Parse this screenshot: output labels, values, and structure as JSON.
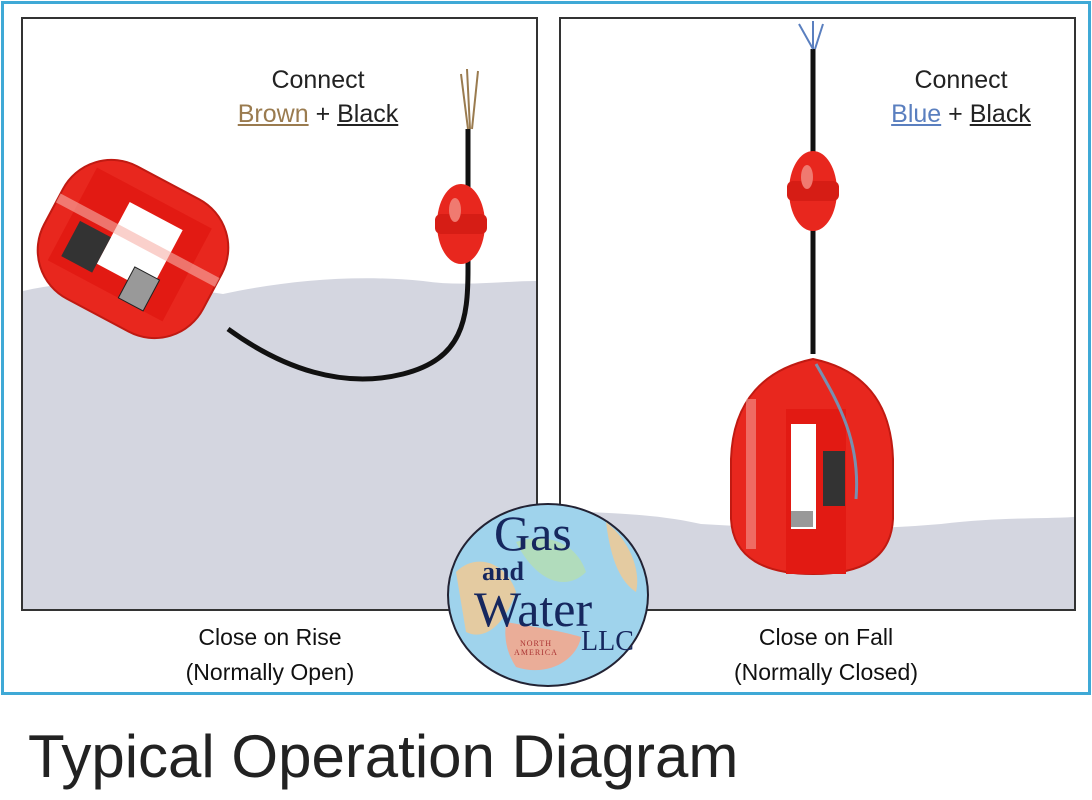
{
  "left_panel": {
    "connect_label": "Connect",
    "wire_a": "Brown",
    "plus": "+",
    "wire_b": "Black",
    "caption_line1": "Close on Rise",
    "caption_line2": "(Normally Open)"
  },
  "right_panel": {
    "connect_label": "Connect",
    "wire_a": "Blue",
    "plus": "+",
    "wire_b": "Black",
    "caption_line1": "Close on Fall",
    "caption_line2": "(Normally Closed)"
  },
  "logo": {
    "line1": "Gas",
    "line2": "and",
    "line3": "Water",
    "line4": "LLC",
    "map_label": "NORTH AMERICA"
  },
  "title": "Typical Operation Diagram",
  "colors": {
    "frame": "#3fa9d6",
    "float": "#e8271e",
    "water": "#d4d6e0",
    "brown": "#9a7b4f",
    "blue": "#5a7fbf"
  }
}
